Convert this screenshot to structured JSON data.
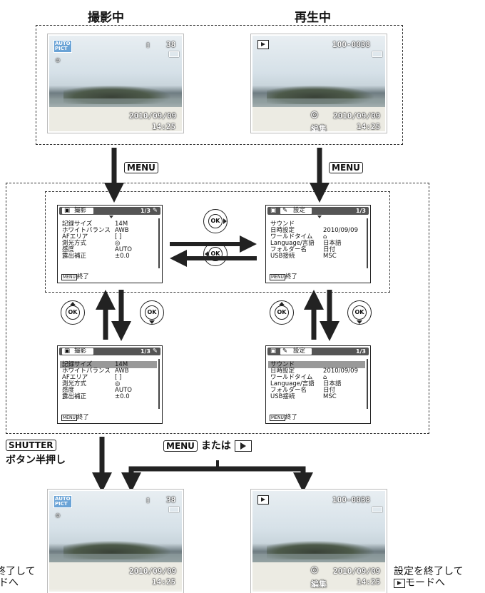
{
  "headings": {
    "shooting": "撮影中",
    "playback": "再生中"
  },
  "osd": {
    "auto_badge_line1": "AUTO",
    "auto_badge_line2": "PICT",
    "shots_remaining": "38",
    "file_number": "100-0038",
    "date": "2010/09/09",
    "time": "14:25",
    "edit_label": "編集"
  },
  "labels": {
    "menu": "MENU",
    "shutter": "SHUTTER",
    "half_press": "ボタン半押し",
    "menu_or": "または",
    "ok": "OK",
    "left_caption_line1": "終了して",
    "left_caption_line2": "ドへ",
    "right_caption_line1": "設定を終了して",
    "right_caption_line2": "モードへ"
  },
  "rec_menu": {
    "tab_label": "撮影",
    "page": "1/3",
    "rows": [
      {
        "k": "記録サイズ",
        "v": "14M"
      },
      {
        "k": "ホワイトバランス",
        "v": "AWB"
      },
      {
        "k": "AFエリア",
        "v": "[ ]"
      },
      {
        "k": "測光方式",
        "v": "◎"
      },
      {
        "k": "感度",
        "v": "AUTO"
      },
      {
        "k": "露出補正",
        "v": "±0.0"
      }
    ],
    "footer_key": "MENU",
    "footer_text": "終了"
  },
  "setup_menu": {
    "tab_label": "設定",
    "page": "1/3",
    "rows": [
      {
        "k": "サウンド",
        "v": ""
      },
      {
        "k": "日時設定",
        "v": "2010/09/09"
      },
      {
        "k": "ワールドタイム",
        "v": "⌂"
      },
      {
        "k": "Language/言語",
        "v": "日本語"
      },
      {
        "k": "フォルダー名",
        "v": "日付"
      },
      {
        "k": "USB接続",
        "v": "MSC"
      }
    ],
    "footer_key": "MENU",
    "footer_text": "終了"
  },
  "colors": {
    "accent_badge": "#6aa3d6",
    "arrow": "#222222",
    "highlight": "#999999"
  }
}
